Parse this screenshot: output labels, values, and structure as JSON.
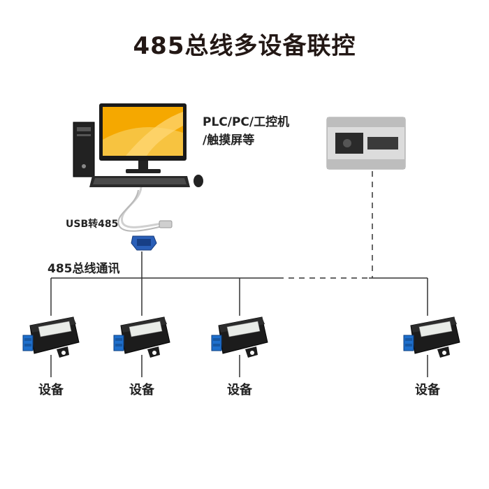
{
  "title": "485总线多设备联控",
  "controller_label_line1": "PLC/PC/工控机",
  "controller_label_line2": "/触摸屏等",
  "adapter_label": "USB转485",
  "bus_label": "485总线通讯",
  "device_label": "设备",
  "devices": [
    {
      "label": "设备"
    },
    {
      "label": "设备"
    },
    {
      "label": "设备"
    },
    {
      "label": "设备"
    }
  ],
  "colors": {
    "bus_line": "#333333",
    "monitor_screen": "#f5a800",
    "device_terminal": "#1e6fcc",
    "device_body": "#1c1c1c",
    "plc_body": "#dcdcdc"
  }
}
